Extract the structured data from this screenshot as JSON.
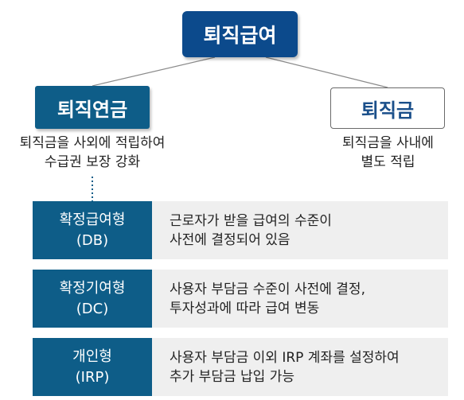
{
  "root": {
    "label": "퇴직급여"
  },
  "pension": {
    "label": "퇴직연금",
    "desc_line1": "퇴직금을 사외에 적립하여",
    "desc_line2": "수급권 보장 강화"
  },
  "severance": {
    "label": "퇴직금",
    "desc_line1": "퇴직금을 사내에",
    "desc_line2": "별도 적립"
  },
  "types": [
    {
      "name": "확정급여형",
      "abbr": "(DB)",
      "desc_line1": "근로자가 받을 급여의 수준이",
      "desc_line2": "사전에 결정되어 있음"
    },
    {
      "name": "확정기여형",
      "abbr": "(DC)",
      "desc_line1": "사용자 부담금 수준이 사전에 결정,",
      "desc_line2": "투자성과에 따라 급여 변동"
    },
    {
      "name": "개인형",
      "abbr": "(IRP)",
      "desc_line1": "사용자 부담금 이외 IRP 계좌를 설정하여",
      "desc_line2": "추가 부담금 납입 가능"
    }
  ],
  "colors": {
    "dark_navy": "#0c4a8c",
    "teal_blue": "#0e5d88",
    "light_gray": "#efefef"
  }
}
